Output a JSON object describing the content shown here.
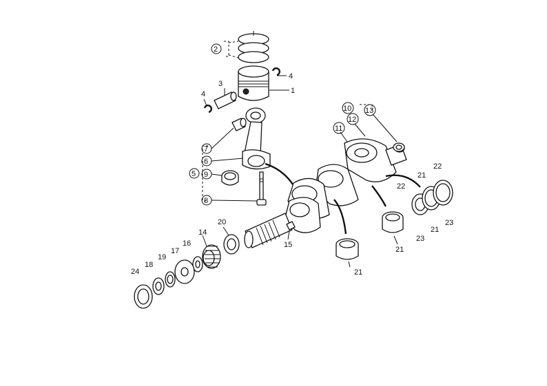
{
  "callouts": [
    {
      "id": "c1",
      "text": "1"
    },
    {
      "id": "c2",
      "text": "2",
      "circled": true
    },
    {
      "id": "c3",
      "text": "3"
    },
    {
      "id": "c4a",
      "text": "4"
    },
    {
      "id": "c4b",
      "text": "4"
    },
    {
      "id": "c5",
      "text": "5",
      "circled": true
    },
    {
      "id": "c6",
      "text": "6",
      "circled": true
    },
    {
      "id": "c7",
      "text": "7",
      "circled": true
    },
    {
      "id": "c8",
      "text": "8",
      "circled": true
    },
    {
      "id": "c9",
      "text": "9",
      "circled": true
    },
    {
      "id": "c10",
      "text": "10",
      "circled": true
    },
    {
      "id": "c11",
      "text": "11",
      "circled": true
    },
    {
      "id": "c12",
      "text": "12",
      "circled": true
    },
    {
      "id": "c13",
      "text": "13",
      "circled": true
    },
    {
      "id": "c14",
      "text": "14"
    },
    {
      "id": "c15",
      "text": "15"
    },
    {
      "id": "c16",
      "text": "16"
    },
    {
      "id": "c17",
      "text": "17"
    },
    {
      "id": "c18",
      "text": "18"
    },
    {
      "id": "c19",
      "text": "19"
    },
    {
      "id": "c20",
      "text": "20"
    },
    {
      "id": "c21a",
      "text": "21"
    },
    {
      "id": "c21b",
      "text": "21"
    },
    {
      "id": "c21c",
      "text": "21"
    },
    {
      "id": "c21d",
      "text": "21"
    },
    {
      "id": "c22a",
      "text": "22"
    },
    {
      "id": "c22b",
      "text": "22"
    },
    {
      "id": "c23a",
      "text": "23"
    },
    {
      "id": "c23b",
      "text": "23"
    },
    {
      "id": "c24",
      "text": "24"
    }
  ]
}
